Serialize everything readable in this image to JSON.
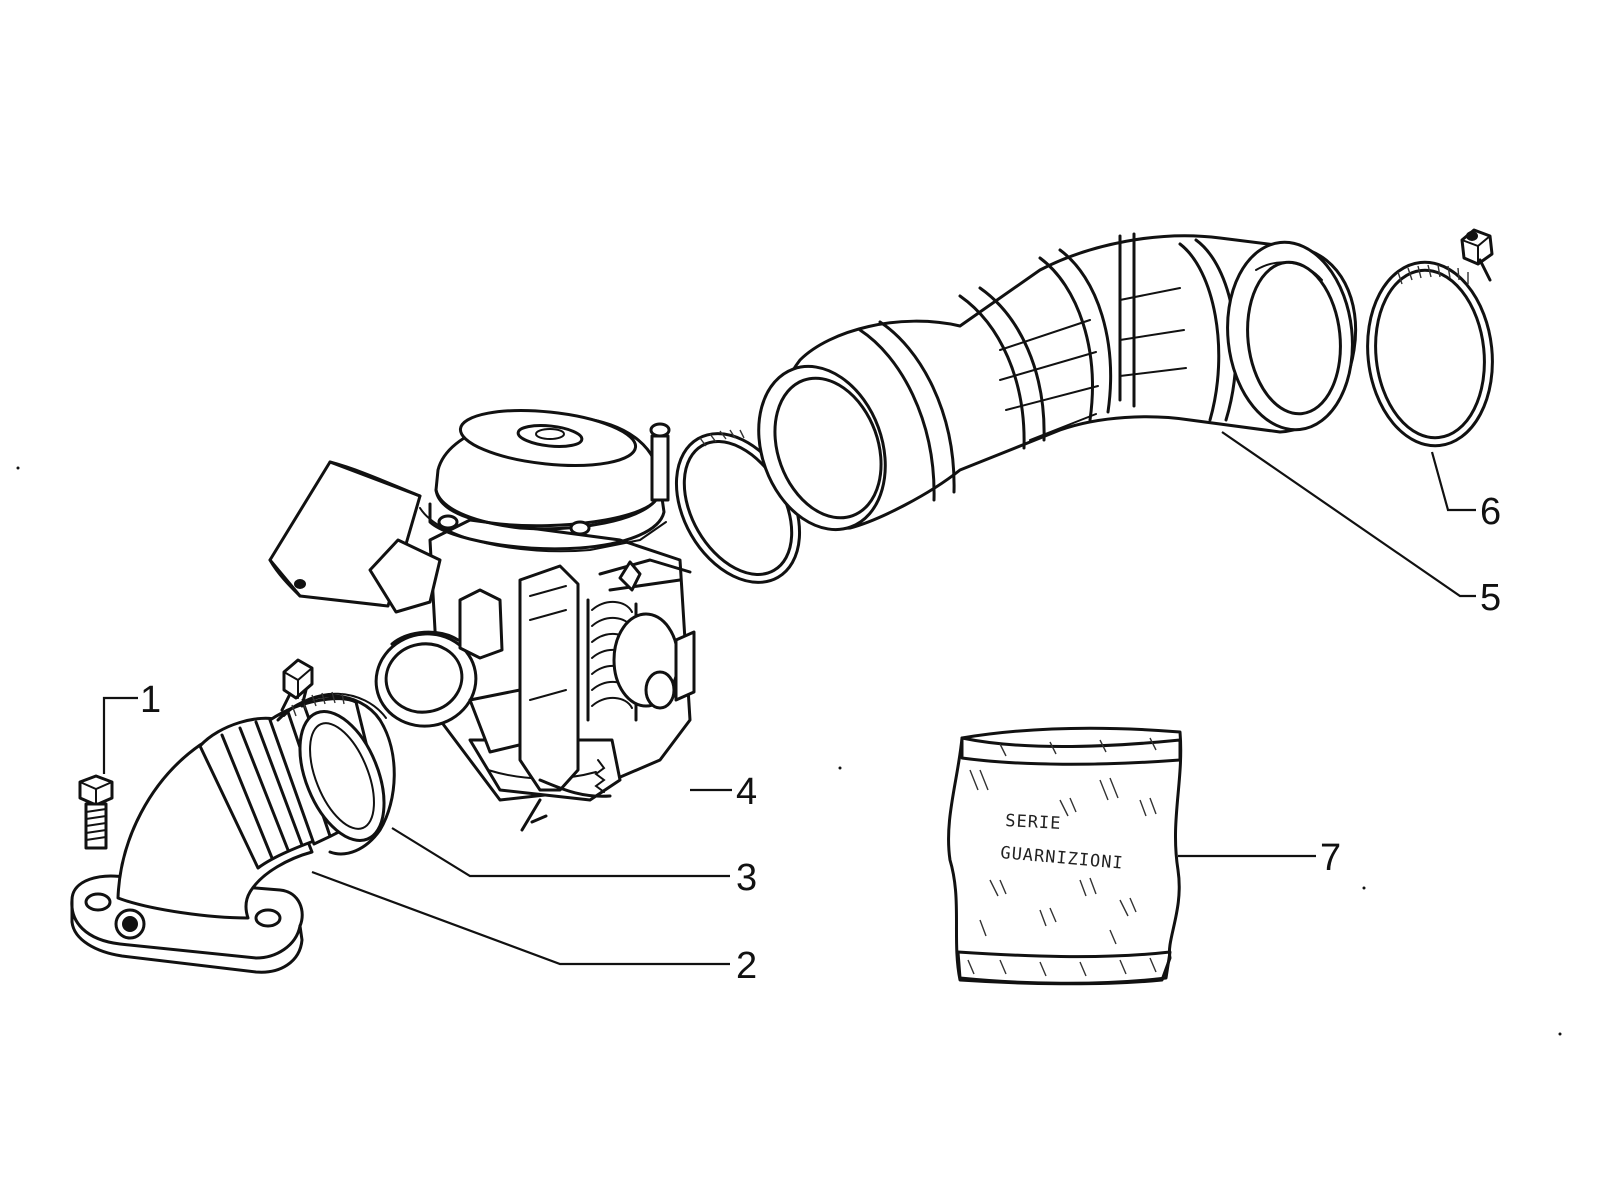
{
  "diagram": {
    "callouts": [
      {
        "id": "1",
        "label": "1"
      },
      {
        "id": "2",
        "label": "2"
      },
      {
        "id": "3",
        "label": "3"
      },
      {
        "id": "4",
        "label": "4"
      },
      {
        "id": "5",
        "label": "5"
      },
      {
        "id": "6",
        "label": "6"
      },
      {
        "id": "7",
        "label": "7"
      }
    ],
    "gasket_bag": {
      "line1": "SERIE",
      "line2": "GUARNIZIONI"
    },
    "colors": {
      "ink": "#111111",
      "background": "#ffffff"
    }
  }
}
